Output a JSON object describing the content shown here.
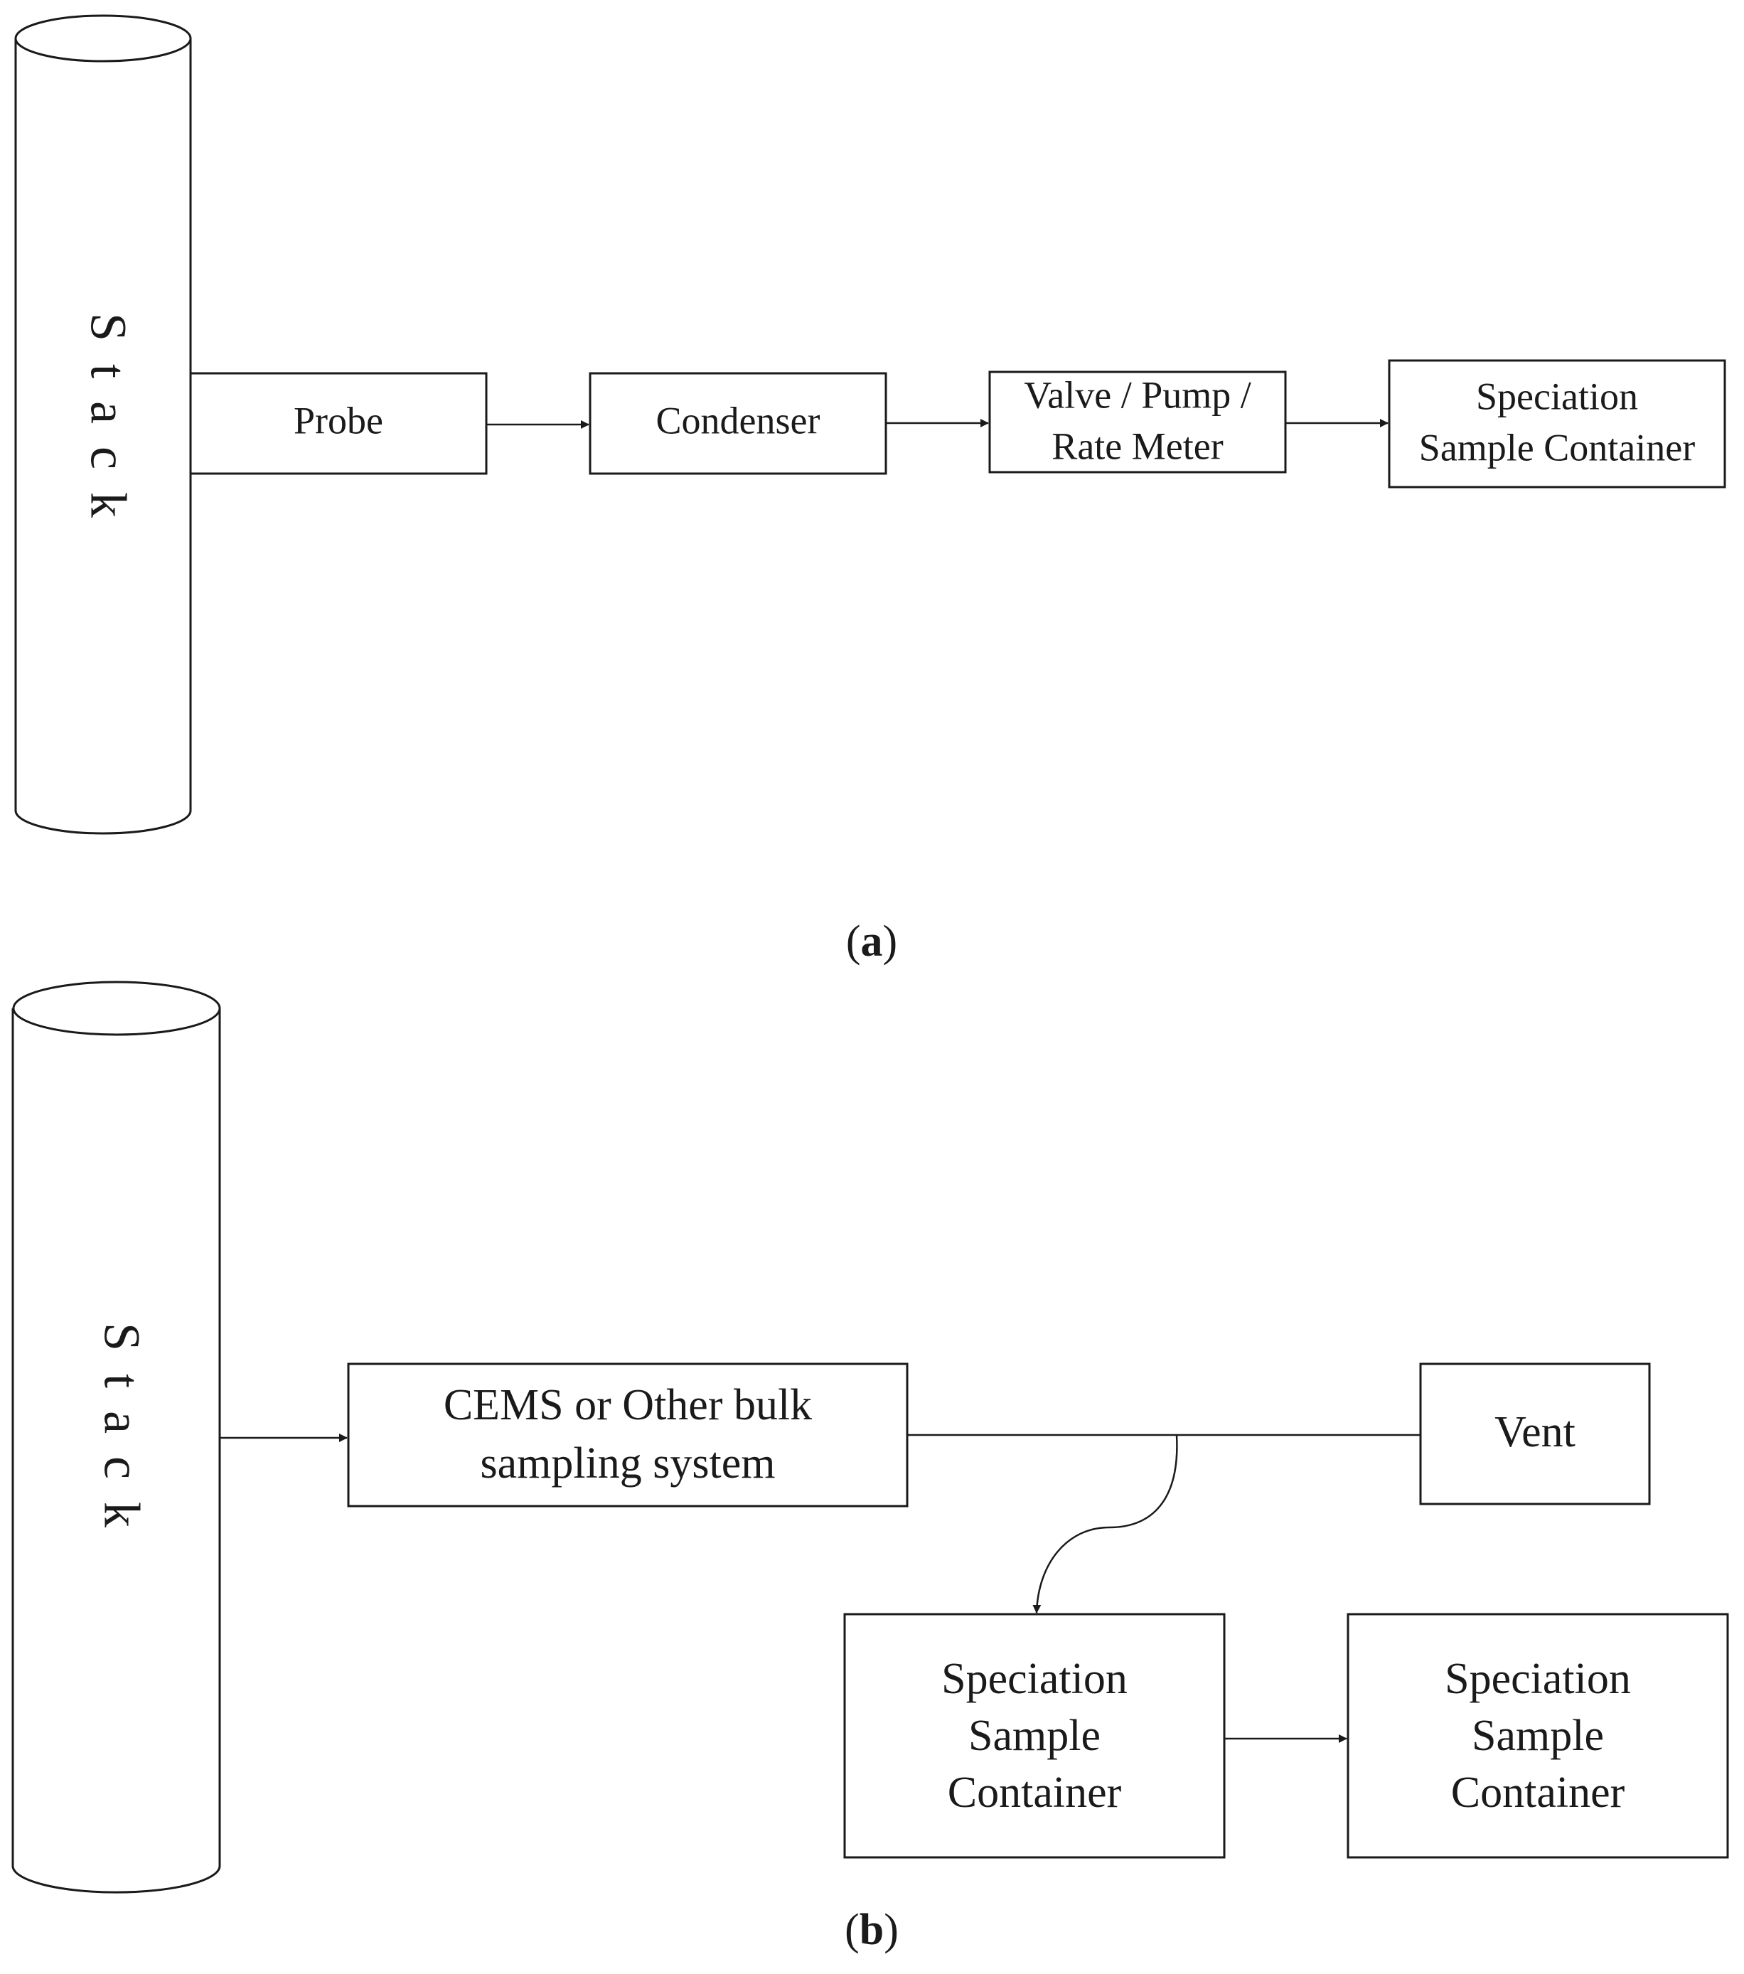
{
  "panel_a": {
    "stack_label": "Stack",
    "probe": "Probe",
    "condenser": "Condenser",
    "valve_pump_line1": "Valve / Pump /",
    "valve_pump_line2": "Rate Meter",
    "container_line1": "Speciation",
    "container_line2": "Sample Container",
    "caption_open": "(",
    "caption_letter": "a",
    "caption_close": ")"
  },
  "panel_b": {
    "stack_label": "Stack",
    "cems_line1": "CEMS or Other bulk",
    "cems_line2": "sampling system",
    "vent": "Vent",
    "container1_line1": "Speciation",
    "container1_line2": "Sample",
    "container1_line3": "Container",
    "container2_line1": "Speciation",
    "container2_line2": "Sample",
    "container2_line3": "Container",
    "caption_open": "(",
    "caption_letter": "b",
    "caption_close": ")"
  }
}
